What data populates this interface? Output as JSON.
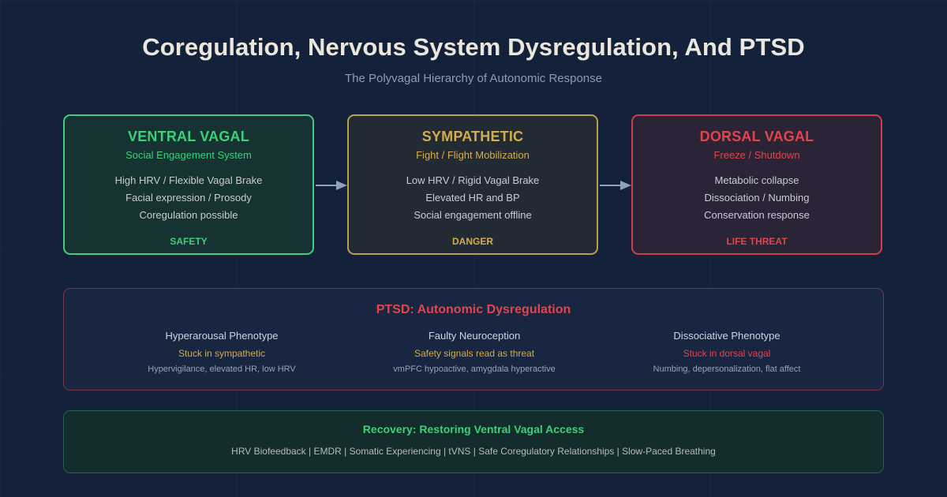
{
  "header": {
    "title": "Coregulation, Nervous System Dysregulation, And PTSD",
    "subtitle": "The Polyvagal Hierarchy of Autonomic Response"
  },
  "states": [
    {
      "title": "VENTRAL VAGAL",
      "subtitle": "Social Engagement System",
      "lines": [
        "High HRV / Flexible Vagal Brake",
        "Facial expression / Prosody",
        "Coregulation possible"
      ],
      "footer": "SAFETY",
      "color": "#3fcf7a"
    },
    {
      "title": "SYMPATHETIC",
      "subtitle": "Fight / Flight Mobilization",
      "lines": [
        "Low HRV / Rigid Vagal Brake",
        "Elevated HR and BP",
        "Social engagement offline"
      ],
      "footer": "DANGER",
      "color": "#d3ad4c"
    },
    {
      "title": "DORSAL VAGAL",
      "subtitle": "Freeze / Shutdown",
      "lines": [
        "Metabolic collapse",
        "Dissociation / Numbing",
        "Conservation response"
      ],
      "footer": "LIFE THREAT",
      "color": "#e0454b"
    }
  ],
  "ptsd": {
    "title": "PTSD: Autonomic Dysregulation",
    "columns": [
      {
        "name": "Hyperarousal Phenotype",
        "state": "Stuck in sympathetic",
        "detail": "Hypervigilance, elevated HR, low HRV"
      },
      {
        "name": "Faulty Neuroception",
        "state": "Safety signals read as threat",
        "detail": "vmPFC hypoactive, amygdala hyperactive"
      },
      {
        "name": "Dissociative Phenotype",
        "state": "Stuck in dorsal vagal",
        "detail": "Numbing, depersonalization, flat affect"
      }
    ]
  },
  "recovery": {
    "title": "Recovery: Restoring Ventral Vagal Access",
    "items": "HRV Biofeedback | EMDR | Somatic Experiencing | tVNS | Safe Coregulatory Relationships | Slow-Paced Breathing"
  },
  "colors": {
    "background": "#13223a",
    "arrow": "#8fa3bf"
  }
}
